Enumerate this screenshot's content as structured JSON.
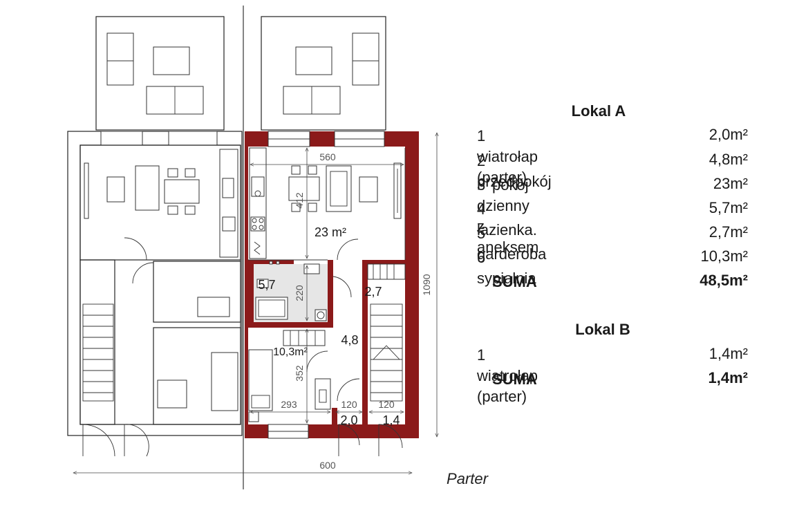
{
  "plan": {
    "caption": "Parter",
    "room_labels": {
      "living_area": "23 m²",
      "bath_area": "5,7",
      "wardrobe_area": "2,7",
      "hall_area": "4,8",
      "bedroom_area": "10,3m²",
      "vestibule_a_area": "2,0",
      "vestibule_b_area": "1,4"
    },
    "dimensions": {
      "living_width": "560",
      "living_depth": "412",
      "bath_depth": "220",
      "bedroom_depth": "352",
      "bedroom_width": "293",
      "vestibule_a_width": "120",
      "vestibule_b_width": "120",
      "unit_width": "600",
      "unit_depth": "1090"
    }
  },
  "legend": {
    "lokal_a": {
      "title": "Lokal A",
      "rows": [
        {
          "num": "1",
          "name": "wiatrołap (parter)",
          "area": "2,0m²"
        },
        {
          "num": "2",
          "name": "przedpokój",
          "area": "4,8m²"
        },
        {
          "num": "3",
          "name": "pokój dzienny z aneksem",
          "area": "23m²"
        },
        {
          "num": "4",
          "name": "łazienka.",
          "area": "5,7m²"
        },
        {
          "num": "5",
          "name": "garderoba",
          "area": "2,7m²"
        },
        {
          "num": "6",
          "name": "sypialnia",
          "area": "10,3m²"
        }
      ],
      "sum_label": "SUMA",
      "sum_value": "48,5m²"
    },
    "lokal_b": {
      "title": "Lokal B",
      "rows": [
        {
          "num": "1",
          "name": "wiatrołap (parter)",
          "area": "1,4m²"
        }
      ],
      "sum_label": "SUMA",
      "sum_value": "1,4m²"
    }
  }
}
